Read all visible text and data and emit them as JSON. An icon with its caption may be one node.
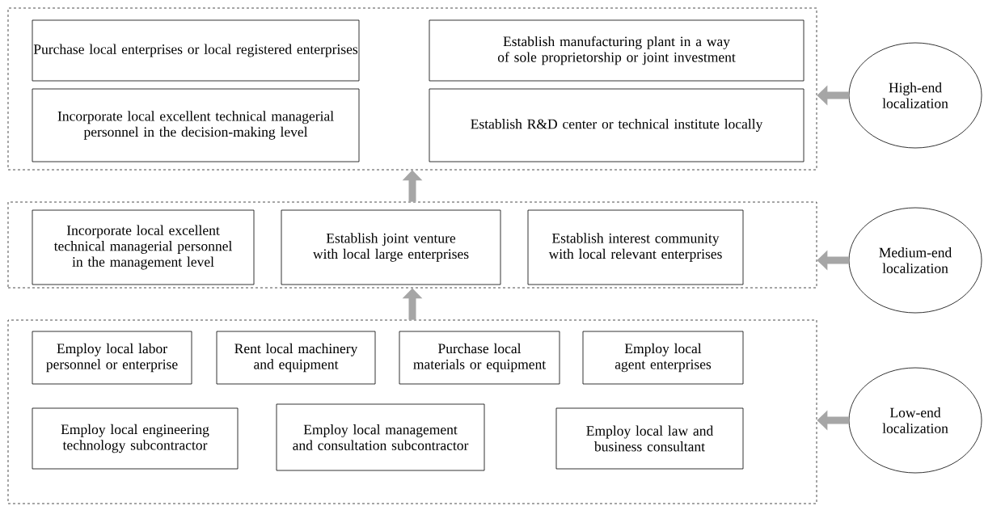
{
  "diagram": {
    "nodes": [
      {
        "text": [],
        "shape": "box"
      },
      {
        "text": [
          "Purchase local enterprises or local registered enterprises"
        ],
        "in": 0
      },
      {
        "text": [
          "Establish manufacturing plant in a way of sole proprietorship or joint investment"
        ],
        "in": 0
      },
      {
        "text": [
          "Incorporate local excellent technical managerial personnel in the decision-making level"
        ],
        "in": 0
      },
      {
        "text": [
          "Establish R&D center or technical institute locally"
        ],
        "in": 0
      },
      {
        "text": [
          "High-end localization"
        ]
      },
      {
        "text": [],
        "shape": "box"
      },
      {
        "text": [
          "Incorporate local excellent technical managerial personnel in the management level"
        ],
        "in": 6
      },
      {
        "text": [
          "Establish joint venture with local large enterprises"
        ],
        "in": 6
      },
      {
        "text": [
          "Establish interest community with local relevant enterprises"
        ],
        "in": 6
      },
      {
        "text": [
          "Medium-end localization"
        ]
      },
      {
        "text": [],
        "shape": "box"
      },
      {
        "text": [
          "Employ local labor personnel or enterprise"
        ],
        "in": 11
      },
      {
        "text": [
          "Rent local machinery and equipment"
        ],
        "in": 11
      },
      {
        "text": [
          "Purchase local materials or equipment"
        ],
        "in": 11
      },
      {
        "text": [
          "Employ local agent enterprises"
        ],
        "in": 11
      },
      {
        "text": [
          "Employ local engineering technology subcontractor"
        ],
        "in": 11
      },
      {
        "text": [
          "Employ local management and consultation subcontractor"
        ],
        "in": 11
      },
      {
        "text": [
          "Employ local law and business consultant"
        ],
        "in": 11
      },
      {
        "text": [
          "Low-end localization"
        ]
      }
    ],
    "edges": [
      {
        "from": 5,
        "to": 0,
        "arrow": "to"
      },
      {
        "from": 10,
        "to": 6,
        "arrow": "to"
      },
      {
        "from": 19,
        "to": 11,
        "arrow": "to"
      },
      {
        "from": 6,
        "to": 0,
        "arrow": "to"
      },
      {
        "from": 11,
        "to": 6,
        "arrow": "to"
      }
    ]
  }
}
